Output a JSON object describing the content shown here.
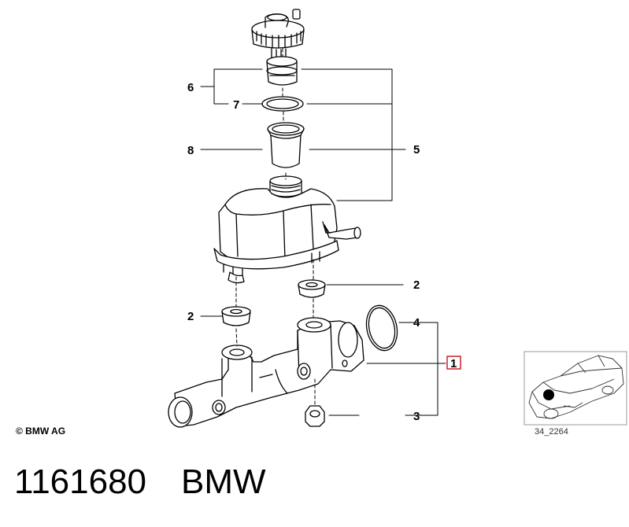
{
  "callouts": {
    "c1": "1",
    "c2a": "2",
    "c2b": "2",
    "c3": "3",
    "c4": "4",
    "c5": "5",
    "c6": "6",
    "c7": "7",
    "c8": "8"
  },
  "highlight_color": "#d0202a",
  "copyright": "© BMW AG",
  "reference_code": "34_2264",
  "footer": {
    "part_number": "1161680",
    "brand": "BMW"
  }
}
